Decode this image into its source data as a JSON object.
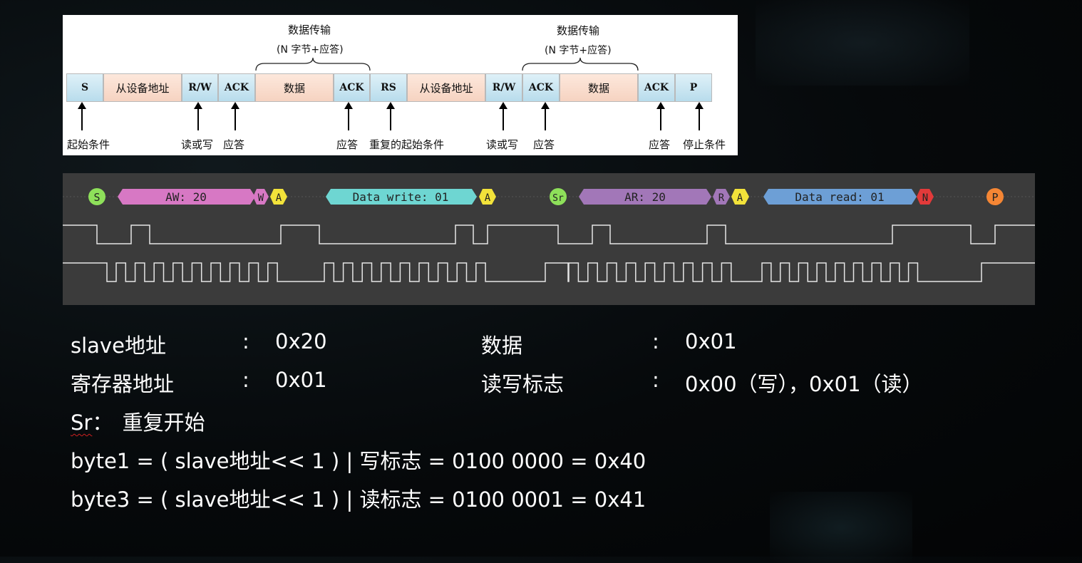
{
  "frame_diagram": {
    "segments": [
      {
        "label": "S",
        "style": "blue"
      },
      {
        "label": "从设备地址",
        "style": "peach"
      },
      {
        "label": "R/W",
        "style": "blue"
      },
      {
        "label": "ACK",
        "style": "blue"
      },
      {
        "label": "数据",
        "style": "peach"
      },
      {
        "label": "ACK",
        "style": "blue"
      },
      {
        "label": "RS",
        "style": "blue"
      },
      {
        "label": "从设备地址",
        "style": "peach"
      },
      {
        "label": "R/W",
        "style": "blue"
      },
      {
        "label": "ACK",
        "style": "blue"
      },
      {
        "label": "数据",
        "style": "peach"
      },
      {
        "label": "ACK",
        "style": "blue"
      },
      {
        "label": "P",
        "style": "blue"
      }
    ],
    "top_labels": [
      {
        "title": "数据传输",
        "sub": "(N 字节+应答)"
      },
      {
        "title": "数据传输",
        "sub": "(N 字节+应答)"
      }
    ],
    "bottom_labels": [
      "起始条件",
      "读或写",
      "应答",
      "应答",
      "重复的起始条件",
      "读或写",
      "应答",
      "应答",
      "停止条件"
    ]
  },
  "capture": {
    "markers": {
      "start": "S",
      "addr_write": "AW: 20",
      "w": "W",
      "a1": "A",
      "data_write": "Data write: 01",
      "a2": "A",
      "repeat_start": "Sr",
      "addr_read": "AR: 20",
      "r": "R",
      "a3": "A",
      "data_read": "Data read: 01",
      "nack": "N",
      "stop": "P"
    },
    "colors": {
      "start": "#8ee05a",
      "addr_write": "#d778c4",
      "data_write": "#6ed6d2",
      "ack": "#f2e23a",
      "addr_read": "#a277b8",
      "data_read": "#6d9fd6",
      "nack": "#e23a3a",
      "stop": "#f58634",
      "trace": "#e6e6e6",
      "background": "#3b3b3b"
    }
  },
  "info": {
    "slave_label": "slave地址",
    "slave_colon": ":",
    "slave_value": "0x20",
    "data_label": "数据",
    "data_colon": ":",
    "data_value": "0x01",
    "reg_label": "寄存器地址",
    "reg_colon": ":",
    "reg_value": "0x01",
    "rw_label": "读写标志",
    "rw_colon": ":",
    "rw_value": "0x00（写），0x01（读）",
    "sr_abbr": "Sr",
    "sr_sep": "：",
    "sr_desc": "重复开始",
    "byte1": "byte1 = ( slave地址<< 1 ) | 写标志 = 0100 0000 = 0x40",
    "byte3": "byte3 = ( slave地址<< 1 ) | 读标志 = 0100 0001 = 0x41"
  }
}
